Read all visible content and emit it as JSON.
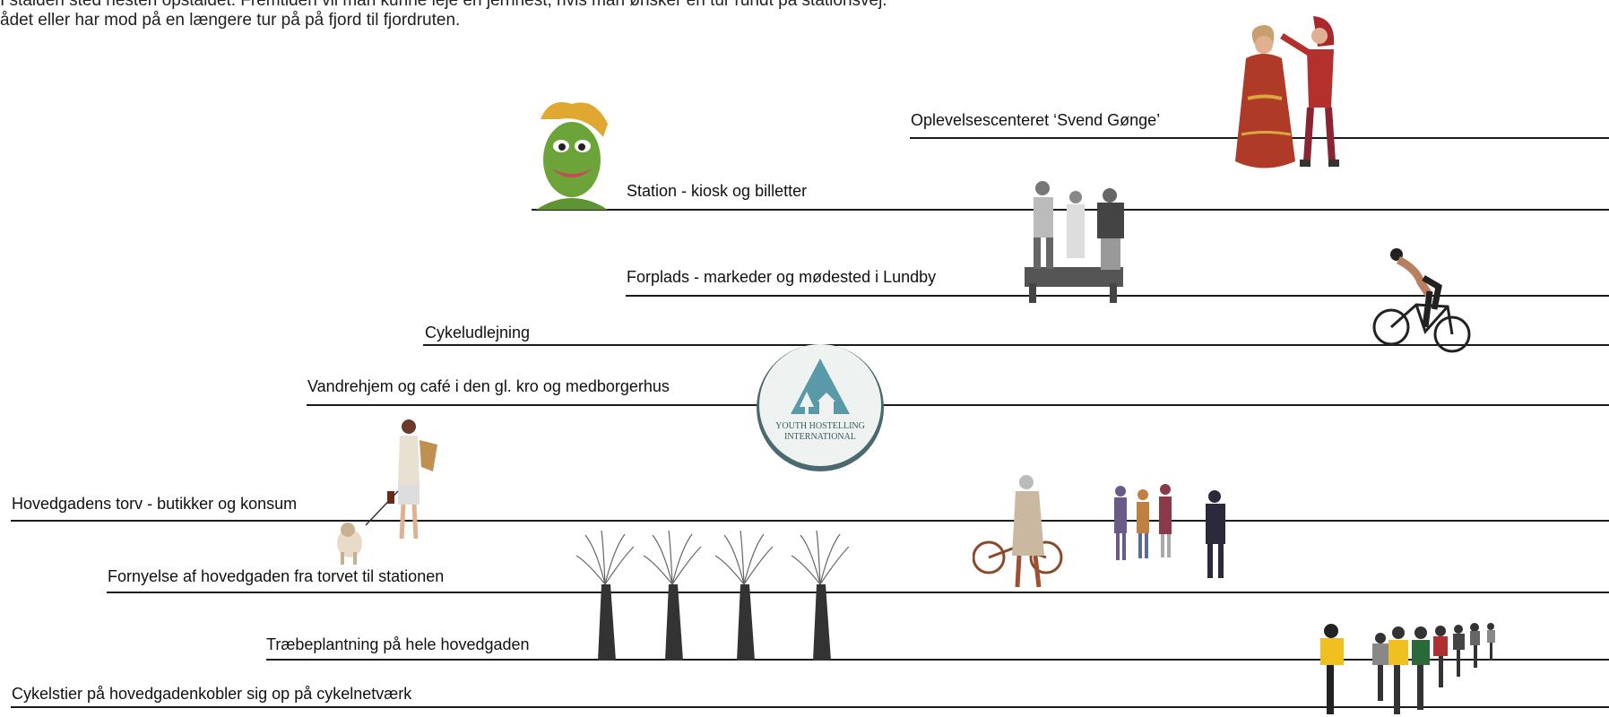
{
  "intro": {
    "line1": "I stalden sted nesten opstaldet. Fremtiden vil man kunne leje en jernhest, hvis man ønsker en tur rundt på stationsvej.",
    "line2": "ådet eller har mod på en længere tur på på fjord til fjordruten."
  },
  "features": [
    {
      "label": "Oplevelsescenteret ‘Svend Gønge’"
    },
    {
      "label": "Station - kiosk og billetter"
    },
    {
      "label": "Forplads - markeder og mødested i Lundby"
    },
    {
      "label": "Cykeludlejning"
    },
    {
      "label": "Vandrehjem og café i den gl. kro og medborgerhus"
    },
    {
      "label": "Hovedgadens torv - butikker og konsum"
    },
    {
      "label": "Fornyelse af hovedgaden fra torvet til stationen"
    },
    {
      "label": "Træbeplantning på hele hovedgaden"
    },
    {
      "label": "Cykelstier på hovedgadenkobler sig op på cykelnetværk"
    }
  ],
  "hostel_logo": {
    "line1": "YOUTH HOSTELLING",
    "line2": "INTERNATIONAL"
  },
  "colors": {
    "line": "#1a1a1a",
    "logo_teal": "#5a9aa8",
    "logo_bg": "#eef3f2"
  }
}
